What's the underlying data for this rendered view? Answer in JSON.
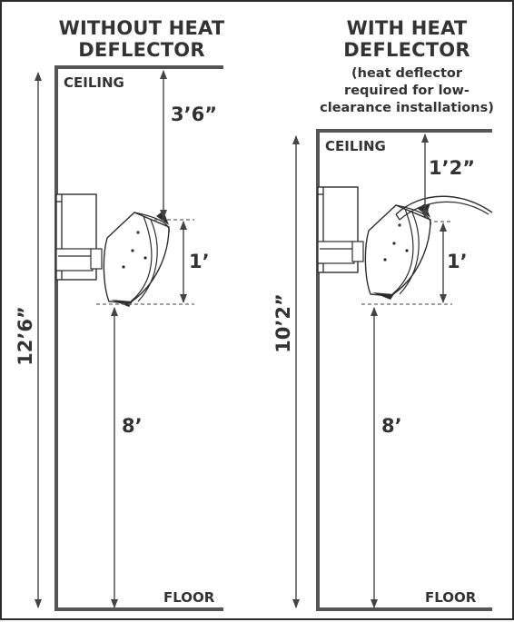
{
  "left_panel": {
    "title_line1": "WITHOUT HEAT",
    "title_line2": "DEFLECTOR",
    "ceiling_label": "CEILING",
    "floor_label": "FLOOR",
    "dim_total": "12’6”",
    "dim_ceiling_gap": "3’6”",
    "dim_heater": "1’",
    "dim_floor_gap": "8’"
  },
  "right_panel": {
    "title_line1": "WITH HEAT",
    "title_line2": "DEFLECTOR",
    "note_line1": "(heat deflector",
    "note_line2": "required for low-",
    "note_line3": "clearance installations)",
    "ceiling_label": "CEILING",
    "floor_label": "FLOOR",
    "dim_total": "10’2”",
    "dim_ceiling_gap": "1’2”",
    "dim_heater": "1’",
    "dim_floor_gap": "8’"
  },
  "colors": {
    "ink": "#333333",
    "wall": "#555555"
  }
}
